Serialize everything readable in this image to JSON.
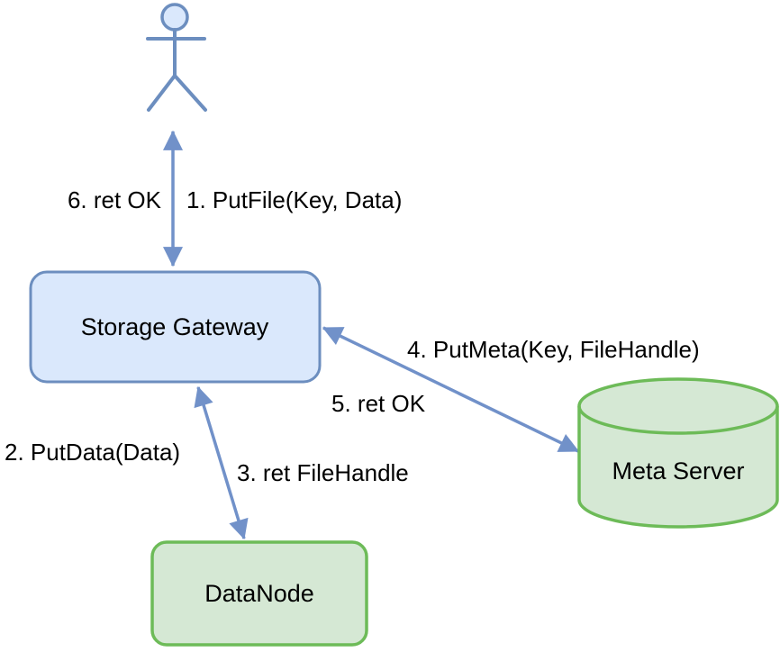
{
  "colors": {
    "background": "#ffffff",
    "node_blue_fill": "#dae8fc",
    "node_blue_stroke": "#6c8ebf",
    "node_green_fill": "#d5e8d4",
    "node_green_stroke": "#6dbb58",
    "arrow": "#7191c9",
    "text": "#000000"
  },
  "diagram": {
    "nodes": {
      "actor": {
        "type": "stick-figure",
        "label": ""
      },
      "storage_gateway": {
        "type": "rounded-rect",
        "label": "Storage Gateway"
      },
      "datanode": {
        "type": "rounded-rect",
        "label": "DataNode"
      },
      "meta_server": {
        "type": "cylinder",
        "label": "Meta Server"
      }
    },
    "edges": [
      {
        "from": "actor",
        "to": "storage_gateway",
        "direction": "both",
        "labels": {
          "request": "1. PutFile(Key, Data)",
          "response": "6. ret OK"
        }
      },
      {
        "from": "storage_gateway",
        "to": "datanode",
        "direction": "both",
        "labels": {
          "request": "2. PutData(Data)",
          "response": "3. ret FileHandle"
        }
      },
      {
        "from": "storage_gateway",
        "to": "meta_server",
        "direction": "both",
        "labels": {
          "request": "4. PutMeta(Key, FileHandle)",
          "response": "5. ret OK"
        }
      }
    ]
  }
}
